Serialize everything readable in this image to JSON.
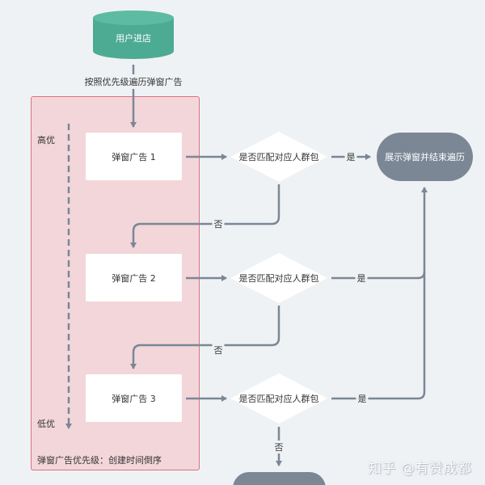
{
  "start_node": {
    "label": "用户进店",
    "color": "#4dab93"
  },
  "traverse_label": "按照优先级遍历弹窗广告",
  "priority_container": {
    "high_label": "高优",
    "low_label": "低优",
    "footer_label": "弹窗广告优先级：创建时间倒序",
    "fill_color": "#f3d6da",
    "border_color": "#d9737f"
  },
  "ads": [
    {
      "label": "弹窗广告 1"
    },
    {
      "label": "弹窗广告 2"
    },
    {
      "label": "弹窗广告 3"
    }
  ],
  "decisions": [
    {
      "label": "是否匹配对应人群包",
      "yes_label": "是",
      "no_label": "否"
    },
    {
      "label": "是否匹配对应人群包",
      "yes_label": "是",
      "no_label": "否"
    },
    {
      "label": "是否匹配对应人群包",
      "yes_label": "是",
      "no_label": "否"
    }
  ],
  "end_node": {
    "label": "展示弹窗并结束遍历",
    "color": "#7b8795"
  },
  "line_color": "#7b8795",
  "watermark": "知乎 @有赞成都"
}
